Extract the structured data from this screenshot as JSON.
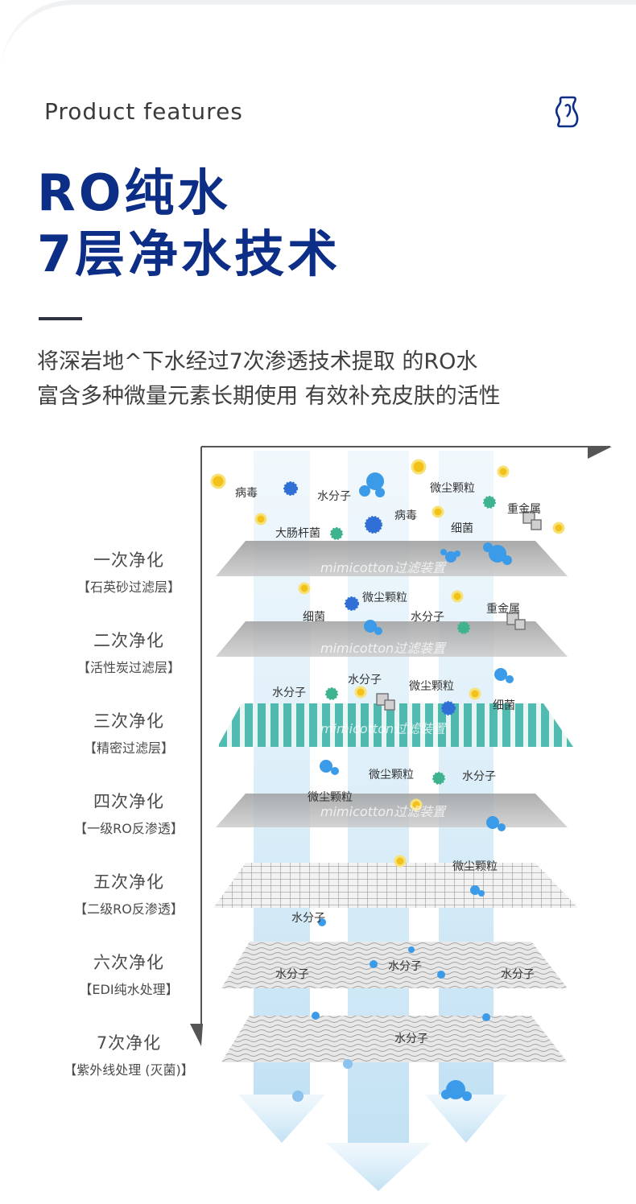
{
  "header": {
    "subtitle": "Product features",
    "brand_icon": "brand-logo-icon",
    "title_line1": "RO纯水",
    "title_line2": "7层净水技术",
    "title_color": "#0c2e86"
  },
  "description": {
    "line1": "将深岩地^下水经过7次渗透技术提取 的RO水",
    "line2": "富含多种微量元素长期使用 有效补充皮肤的活性"
  },
  "stages": [
    {
      "title": "一次净化",
      "sub": "【石英砂过滤层】"
    },
    {
      "title": "二次净化",
      "sub": "【活性炭过滤层】"
    },
    {
      "title": "三次净化",
      "sub": "【精密过滤层】"
    },
    {
      "title": "四次净化",
      "sub": "【一级RO反渗透】"
    },
    {
      "title": "五次净化",
      "sub": "【二级RO反渗透】"
    },
    {
      "title": "六次净化",
      "sub": "【EDI纯水处理】"
    },
    {
      "title": "7次净化",
      "sub": "【紫外线处理 (灭菌)】"
    }
  ],
  "plate_text": "mimicotton过滤装置",
  "tags": {
    "virus": "病毒",
    "water": "水分子",
    "dust": "微尘颗粒",
    "metal": "重金属",
    "ecoli": "大肠杆菌",
    "bacteria": "细菌"
  },
  "colors": {
    "accent": "#0c2e86",
    "arrow": "#cfe6f5",
    "filter_green": "#3fb3a8",
    "water_drop": "#3c9be8",
    "virus": "#2f6fd6",
    "bacteria": "#3fb38f",
    "dust": "#f2c21a"
  }
}
